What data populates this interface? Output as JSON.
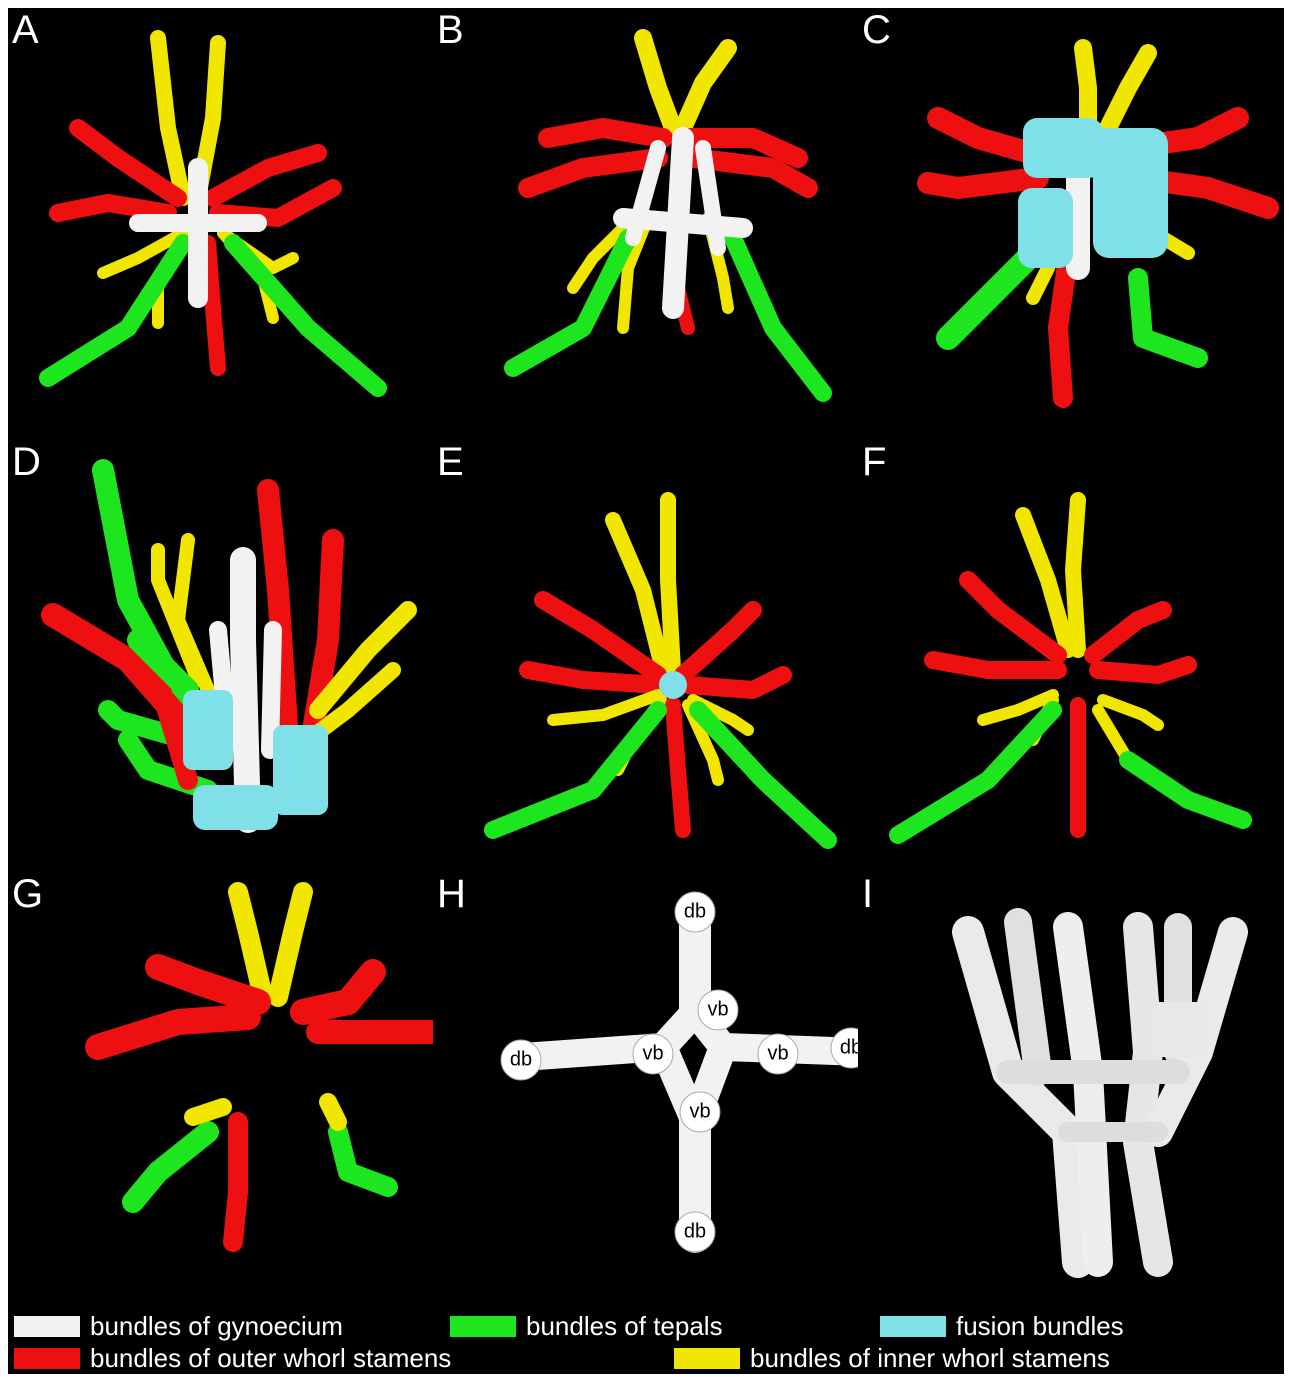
{
  "colors": {
    "background": "#000000",
    "gynoecium": "#f2f2f2",
    "tepals": "#1ee61e",
    "fusion": "#80e0e8",
    "outer_stamens": "#ee1010",
    "inner_stamens": "#f0e600"
  },
  "panels": [
    {
      "label": "A"
    },
    {
      "label": "B"
    },
    {
      "label": "C"
    },
    {
      "label": "D"
    },
    {
      "label": "E"
    },
    {
      "label": "F"
    },
    {
      "label": "G"
    },
    {
      "label": "H"
    },
    {
      "label": "I"
    }
  ],
  "panel_h_labels": {
    "db_top": "db",
    "db_left": "db",
    "db_right": "db",
    "db_bottom": "db",
    "vb_top": "vb",
    "vb_left": "vb",
    "vb_right": "vb",
    "vb_bottom": "vb"
  },
  "legend": {
    "gynoecium": "bundles of gynoecium",
    "tepals": "bundles of tepals",
    "fusion": "fusion bundles",
    "outer_stamens": "bundles of outer whorl stamens",
    "inner_stamens": "bundles of inner whorl stamens"
  }
}
